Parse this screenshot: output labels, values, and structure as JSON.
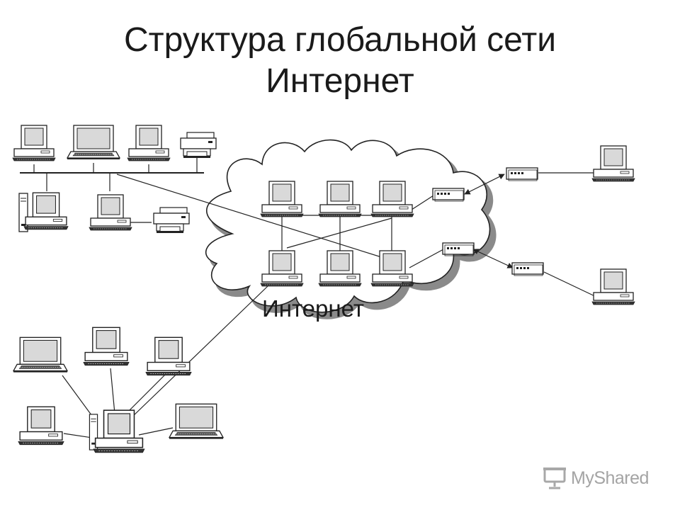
{
  "title": {
    "line1": "Структура глобальной сети",
    "line2": "Интернет"
  },
  "cloud_label": "Интернет",
  "watermark": {
    "text": "MyShared",
    "icon": "presentation-icon",
    "color": "#a8a8a8"
  },
  "colors": {
    "stroke": "#222222",
    "screen": "#d9d9d9",
    "cloud_shadow": "#8a8a8a"
  },
  "icons": {
    "desktop": "desktop-computer-icon",
    "laptop": "laptop-icon",
    "printer": "printer-icon",
    "tower": "tower-computer-icon",
    "modem": "modem-icon"
  }
}
